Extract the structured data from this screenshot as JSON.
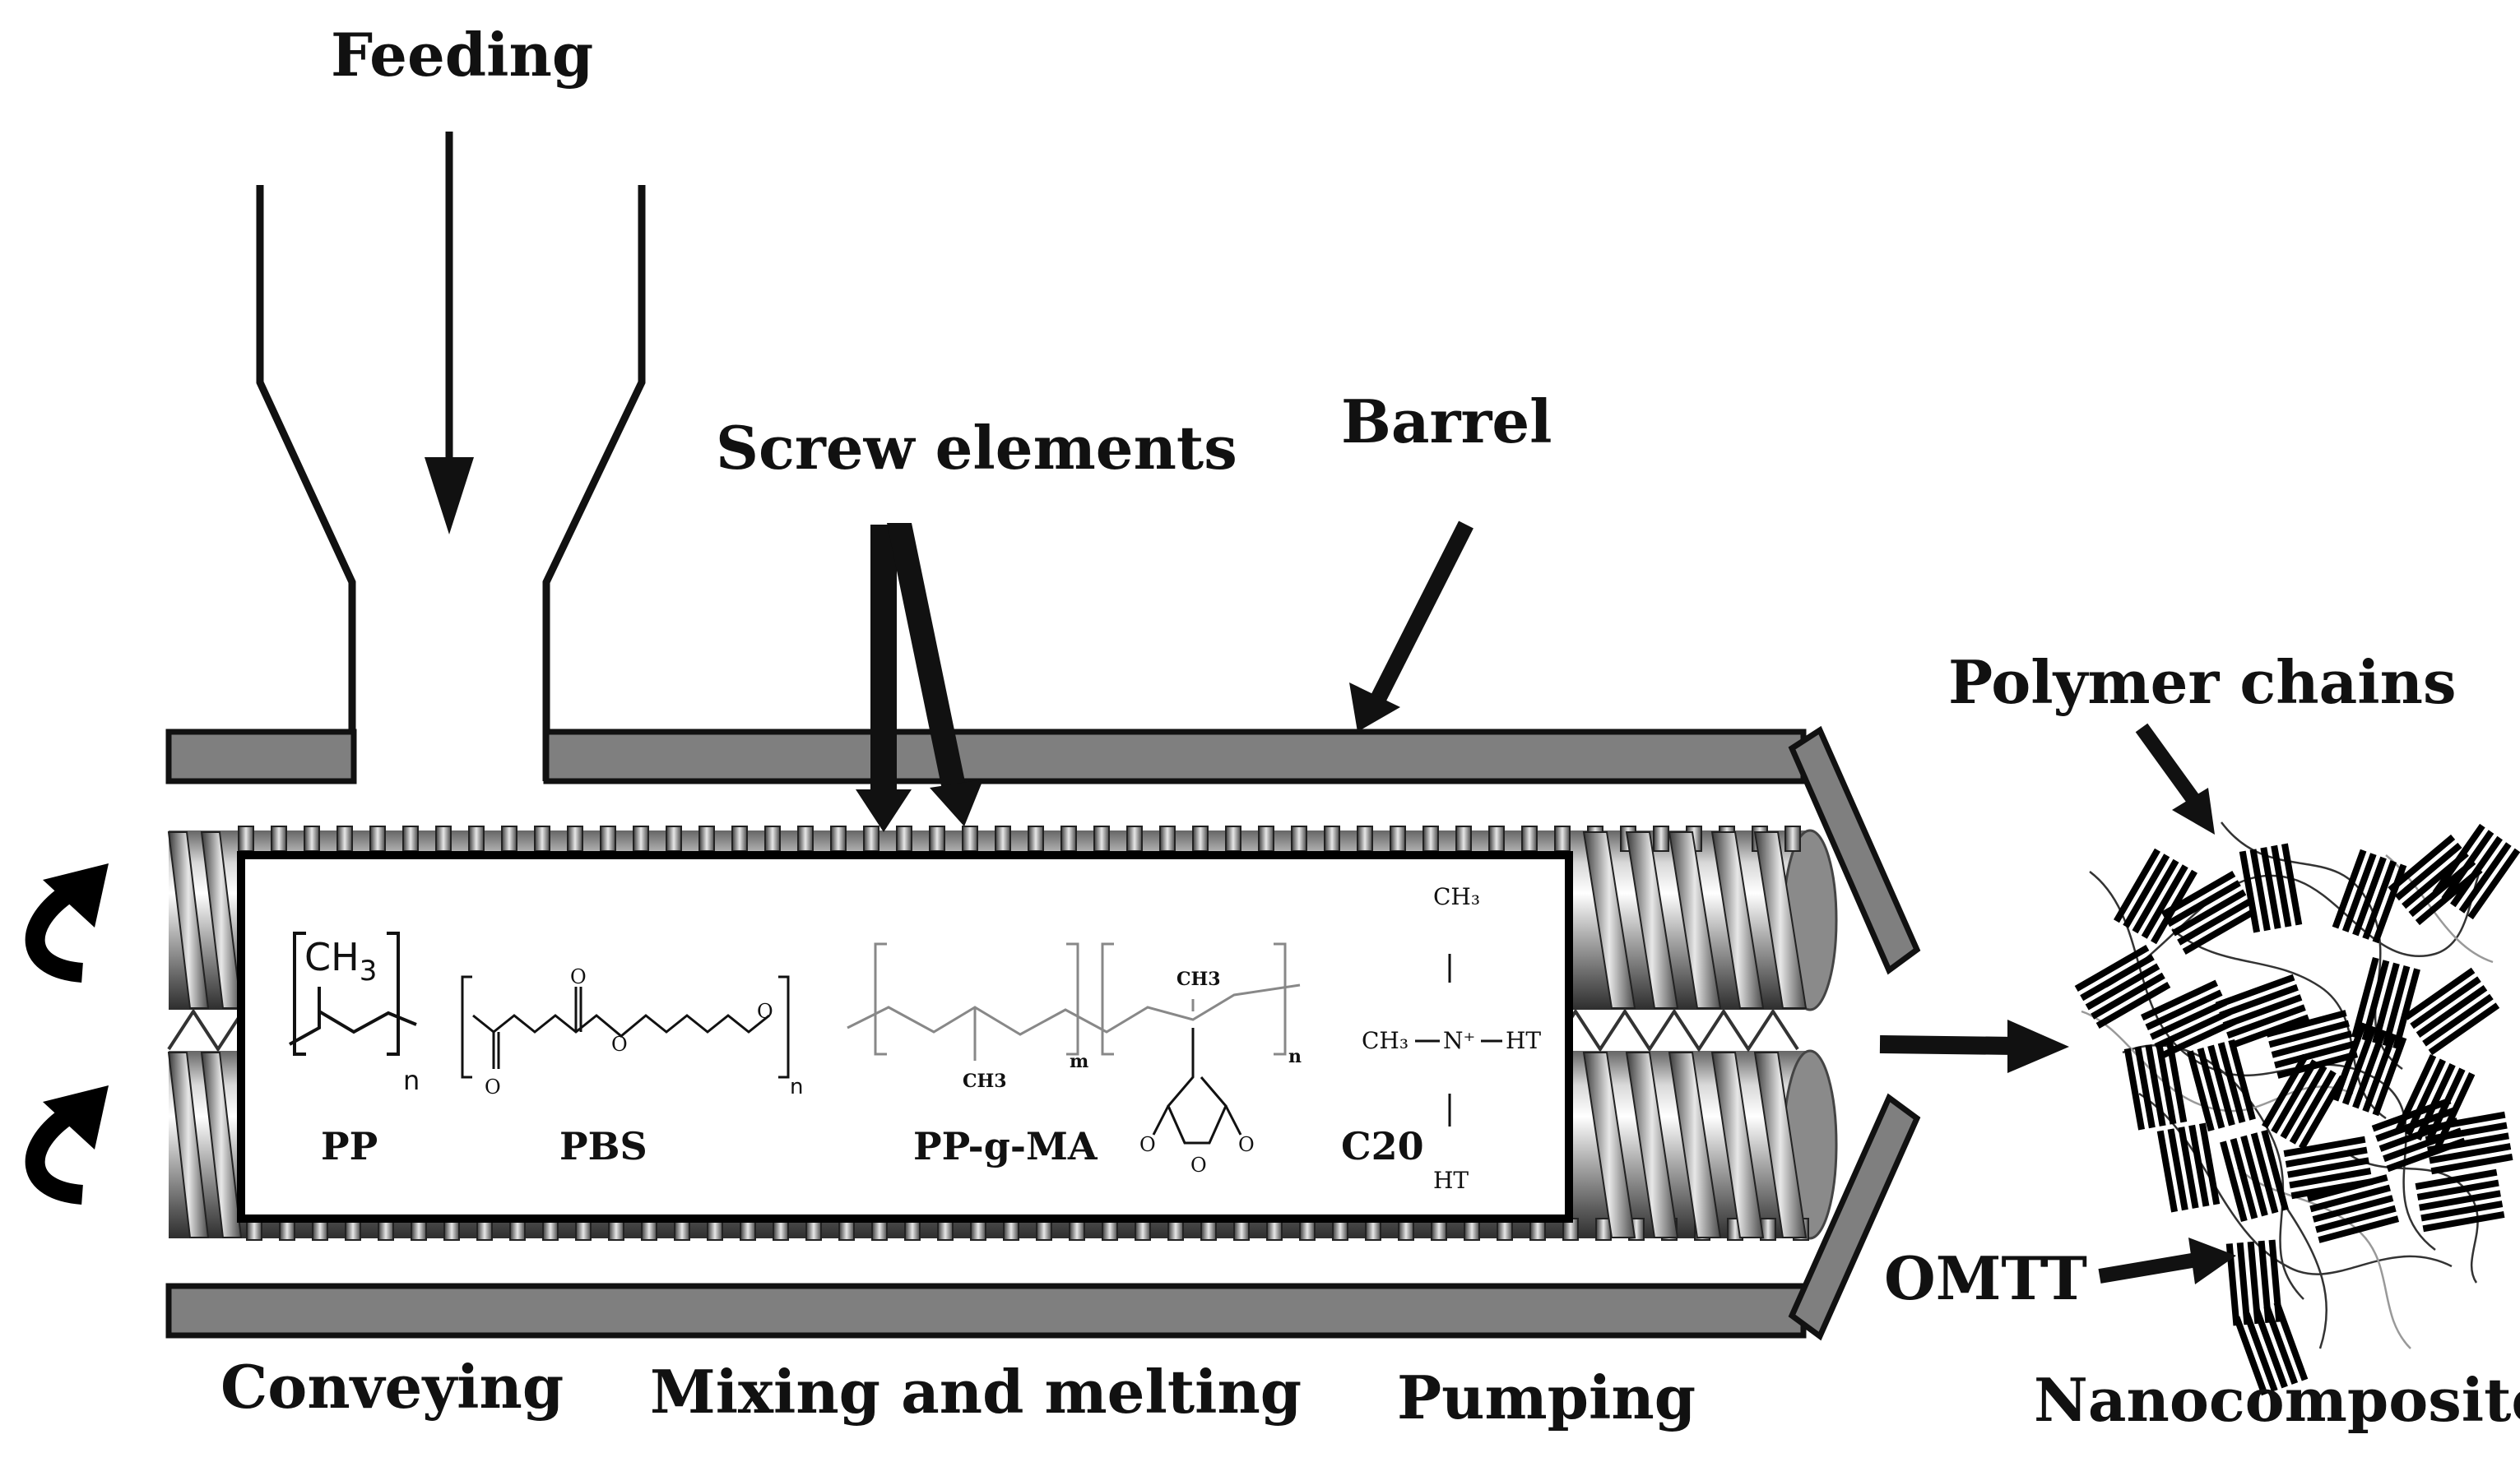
{
  "labels": {
    "feeding": "Feeding",
    "screw_elements": "Screw elements",
    "barrel": "Barrel",
    "polymer_chains": "Polymer chains",
    "omtt": "OMTT",
    "conveying": "Conveying",
    "mixing_and_melting": "Mixing and melting",
    "pumping": "Pumping",
    "nanocomposite": "Nanocomposite"
  },
  "chemicals": {
    "pp": {
      "name": "PP",
      "group": "CH",
      "group_sub": "3",
      "repeat": "n"
    },
    "pbs": {
      "name": "PBS",
      "repeat": "n",
      "atom_o": "O"
    },
    "ppgma": {
      "name": "PP-g-MA",
      "ch3": "CH3",
      "repeat_m": "m",
      "repeat_n": "n",
      "atom_o": "O"
    },
    "c20": {
      "name": "C20",
      "ch3_top": "CH₃",
      "ch3_left": "CH₃",
      "nitrogen": "N⁺",
      "ht_right": "HT",
      "ht_bottom": "HT"
    }
  }
}
